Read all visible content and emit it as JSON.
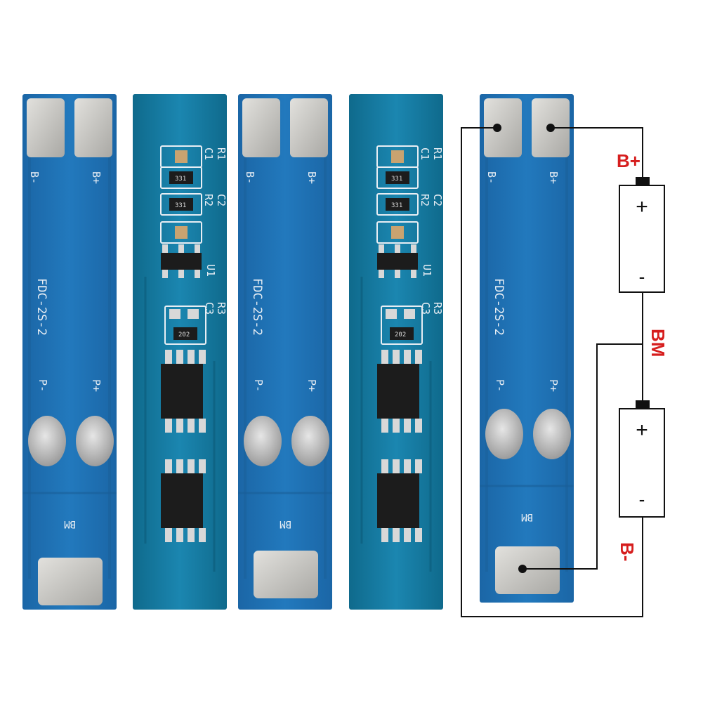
{
  "boards": [
    {
      "side": "front",
      "labels": {
        "b_minus": "B-",
        "b_plus": "B+",
        "model": "FDC-2S-2",
        "p_minus": "P-",
        "p_plus": "P+",
        "bm": "BM"
      }
    },
    {
      "side": "back",
      "labels": {
        "c1": "C1",
        "r1": "R1",
        "r2": "R2",
        "c2": "C2",
        "u1": "U1",
        "c3": "C3",
        "r3": "R3",
        "r1_code": "331",
        "r2_code": "331",
        "r3_code": "202"
      }
    },
    {
      "side": "front",
      "labels": {
        "b_minus": "B-",
        "b_plus": "B+",
        "model": "FDC-2S-2",
        "p_minus": "P-",
        "p_plus": "P+",
        "bm": "BM"
      }
    },
    {
      "side": "back",
      "labels": {
        "c1": "C1",
        "r1": "R1",
        "r2": "R2",
        "c2": "C2",
        "u1": "U1",
        "c3": "C3",
        "r3": "R3",
        "r1_code": "331",
        "r2_code": "331",
        "r3_code": "202"
      }
    },
    {
      "side": "front",
      "labels": {
        "b_minus": "B-",
        "b_plus": "B+",
        "model": "FDC-2S-2",
        "p_minus": "P-",
        "p_plus": "P+",
        "bm": "BM"
      }
    }
  ],
  "wiring": {
    "b_plus_label": "B+",
    "bm_label": "BM",
    "b_minus_label": "B-",
    "cells": [
      {
        "plus": "+",
        "minus": "-"
      },
      {
        "plus": "+",
        "minus": "-"
      }
    ]
  },
  "colors": {
    "background": "#ffffff",
    "pcb": "#1f72b4",
    "pcb_edge": "#1a5f98",
    "pad": "#c9c8c4",
    "silk": "#e8eef4",
    "wire": "#111111",
    "label": "#d61e1e"
  }
}
